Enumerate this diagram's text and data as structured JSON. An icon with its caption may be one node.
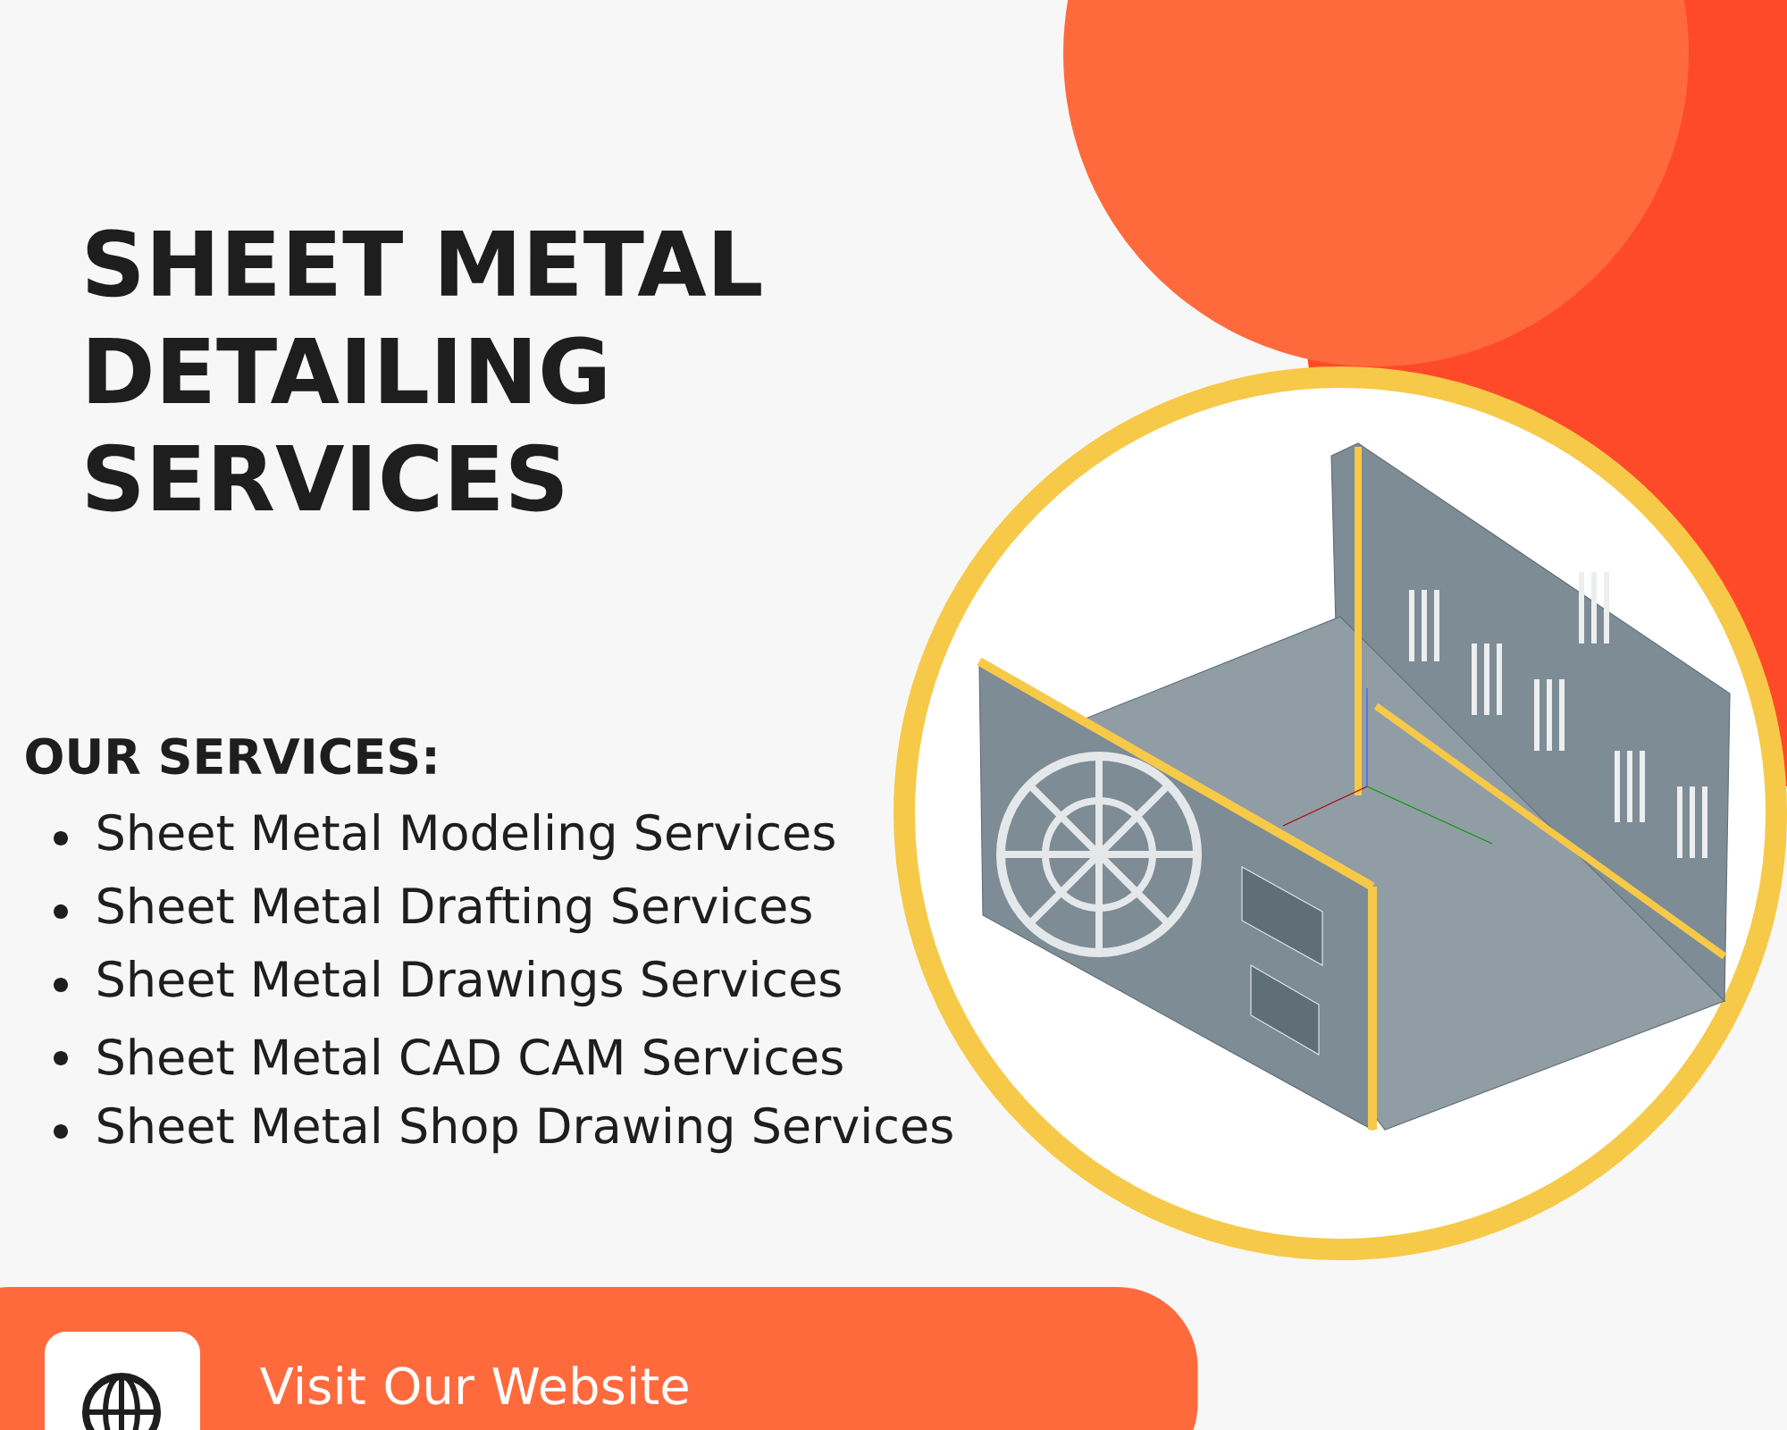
{
  "diagram": {
    "title": "SHEET METAL DETAILING SERVICES",
    "nodes": [
      {
        "text": [],
        "shape": "picture"
      },
      {
        "text": [
          "Visit Our Website"
        ]
      }
    ],
    "labels": [
      "OUR SERVICES:",
      "Sheet Metal Modeling Services",
      "Sheet Metal Drafting Services",
      "Sheet Metal Drawings Services",
      "Sheet Metal CAD CAM Services",
      "Sheet Metal Shop Drawing Services"
    ]
  }
}
